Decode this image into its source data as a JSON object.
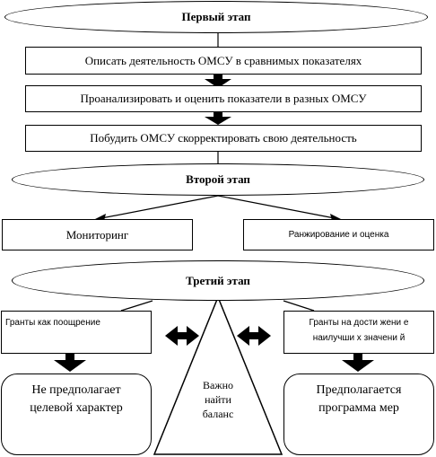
{
  "stage1": {
    "title": "Первый этап",
    "steps": [
      "Описать деятельность ОМСУ в сравнимых показателях",
      "Проанализировать и оценить показатели в разных ОМСУ",
      "Побудить ОМСУ скорректировать свою деятельность"
    ]
  },
  "stage2": {
    "title": "Второй этап",
    "left": "Мониторинг",
    "right": "Ранжирование и оценка"
  },
  "stage3": {
    "title": "Третий этап",
    "left_grants": "Гранты как поощрение",
    "right_grants_line1": "Гранты на дости жени е",
    "right_grants_line2": "наилучши х значени й",
    "left_result_line1": "Не предполагает",
    "left_result_line2": "целевой характер",
    "right_result_line1": "Предполагается",
    "right_result_line2": "программа мер",
    "center_line1": "Важно",
    "center_line2": "найти",
    "center_line3": "баланс"
  }
}
